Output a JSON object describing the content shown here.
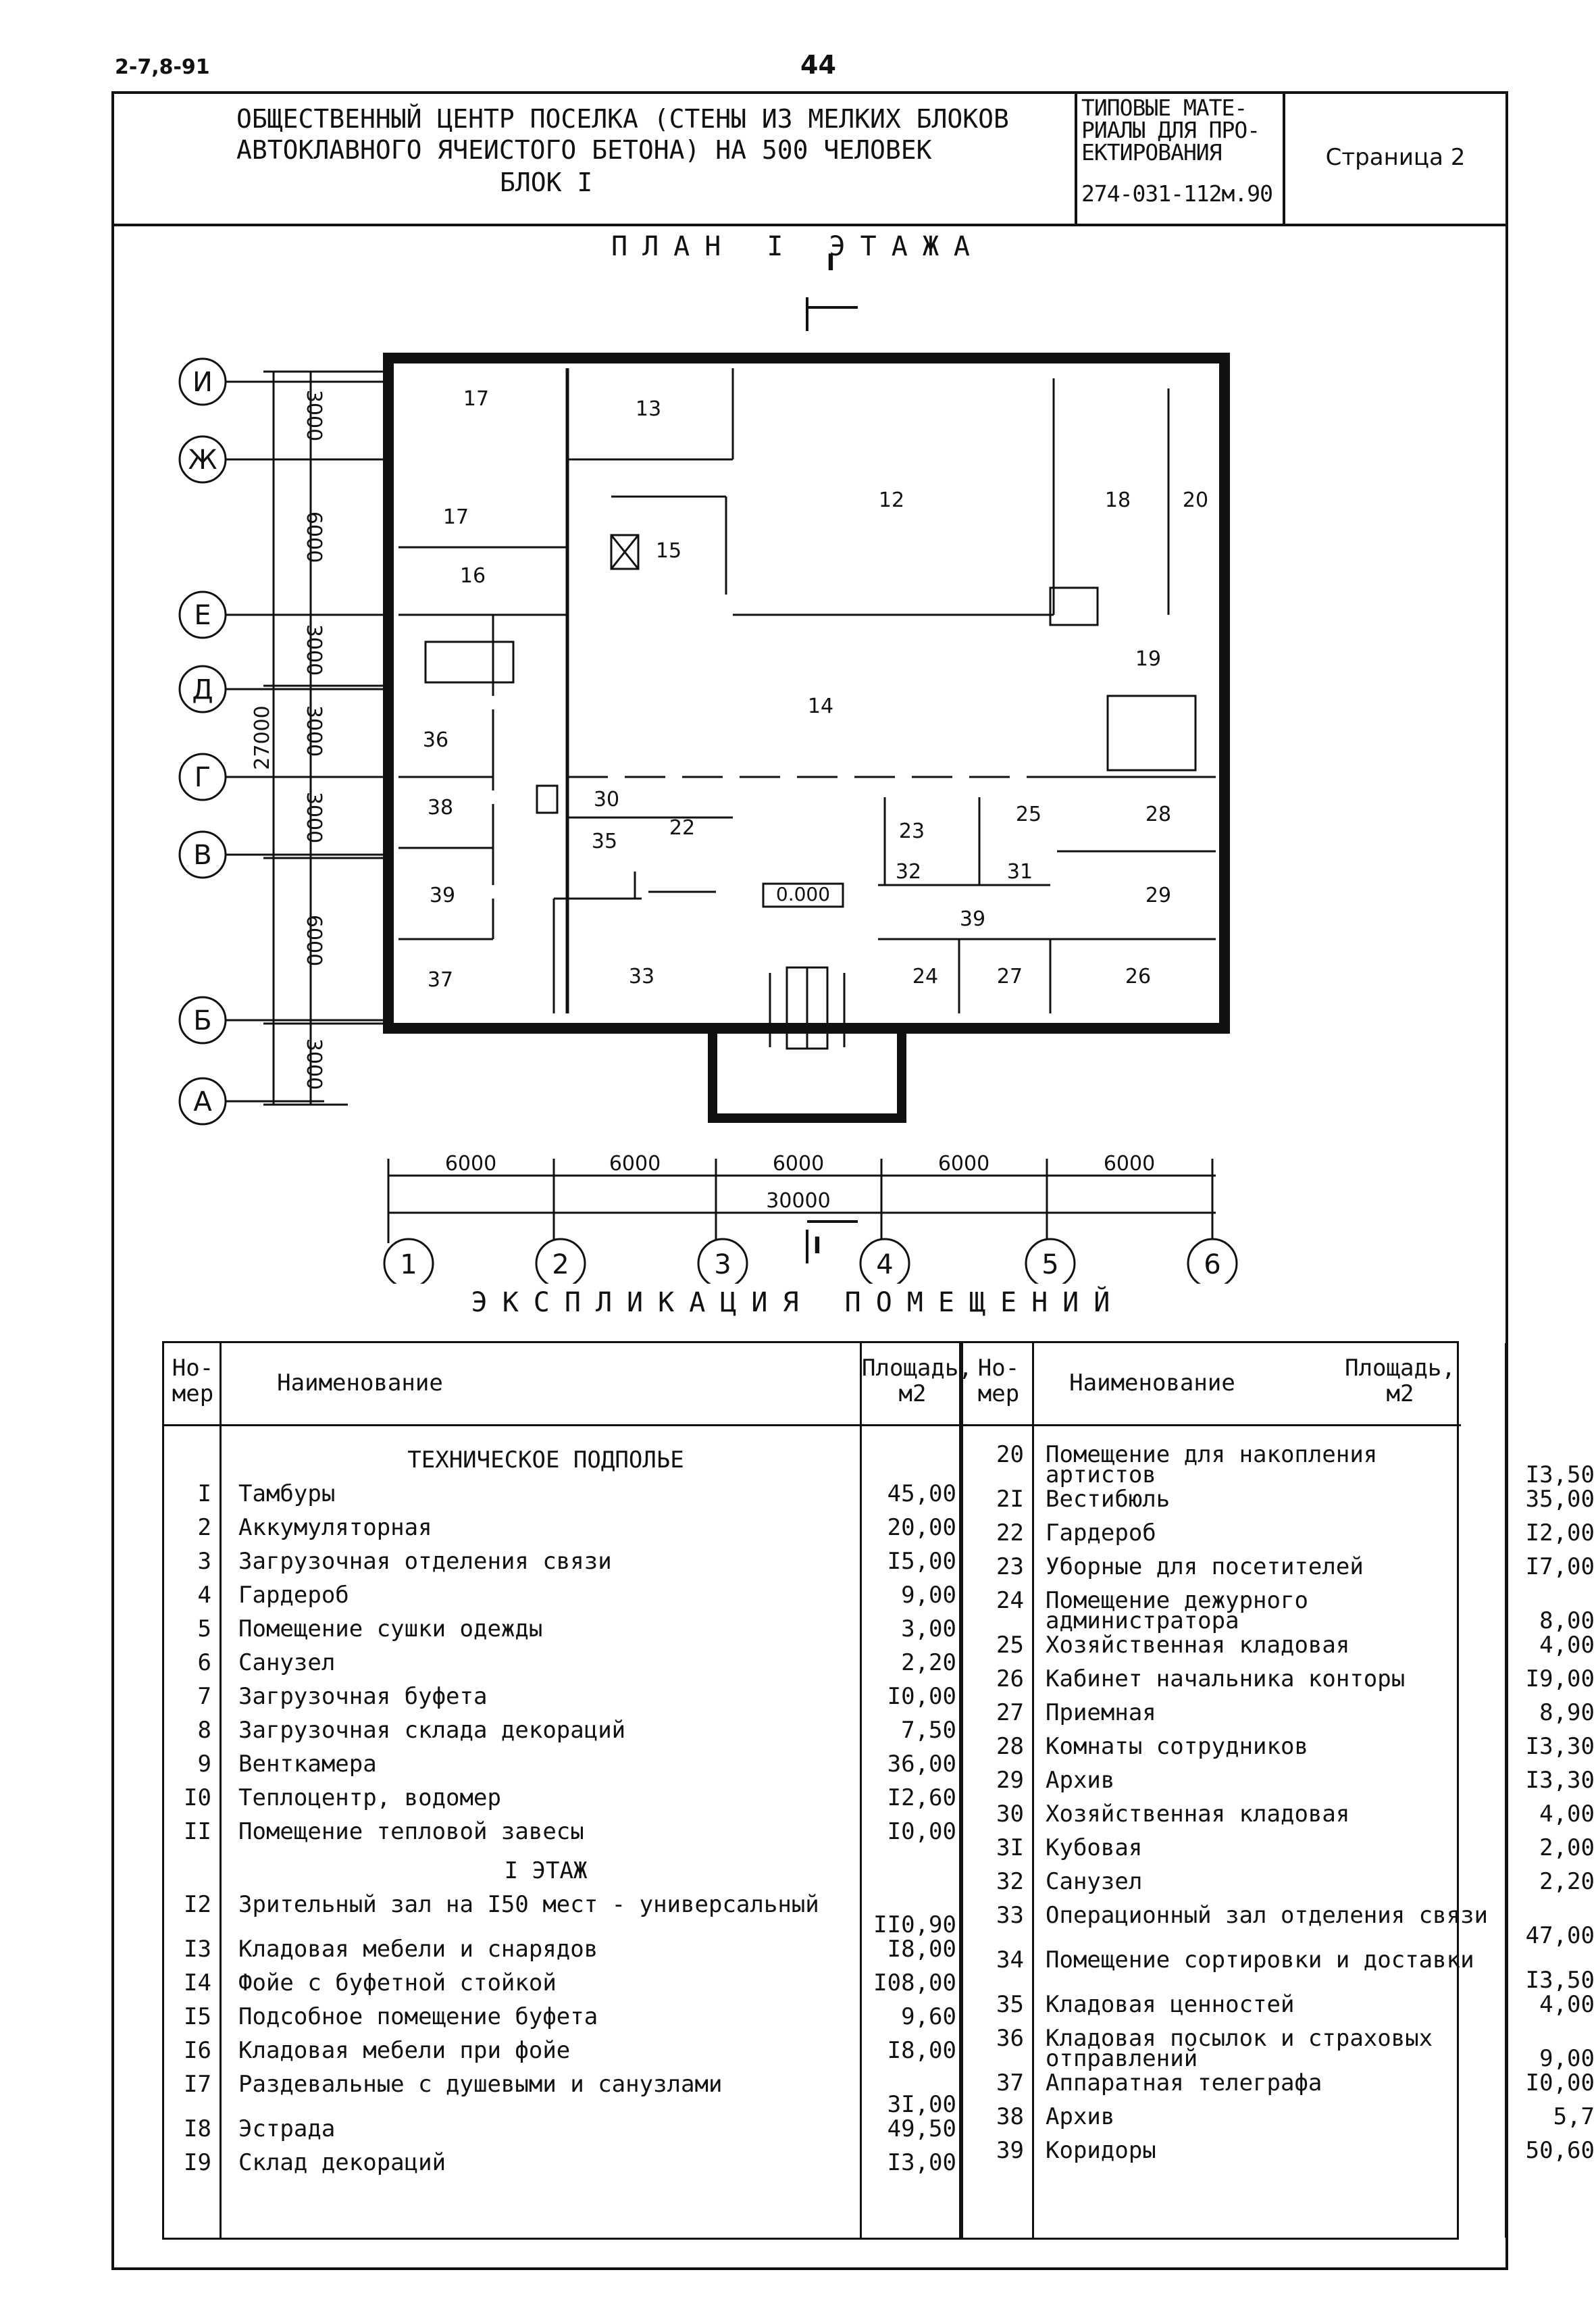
{
  "header": {
    "doc_code": "2-7,8-91",
    "page_number": "44",
    "title_lines": [
      "ОБЩЕСТВЕННЫЙ ЦЕНТР ПОСЕЛКА (СТЕНЫ ИЗ МЕЛКИХ БЛОКОВ",
      "АВТОКЛАВНОГО ЯЧЕИСТОГО БЕТОНА) НА 500 ЧЕЛОВЕК",
      "БЛОК I"
    ],
    "series_lines": [
      "ТИПОВЫЕ МАТЕ-",
      "РИАЛЫ ДЛЯ ПРО-",
      "ЕКТИРОВАНИЯ",
      "274-031-112м.90"
    ],
    "sheet_label": "Страница 2"
  },
  "plan": {
    "title": "ПЛАН I ЭТАЖА",
    "section_mark": "I",
    "level_mark": "0.000",
    "axes_rows": [
      "И",
      "Ж",
      "Е",
      "Д",
      "Г",
      "В",
      "Б",
      "А"
    ],
    "axes_cols": [
      "1",
      "2",
      "3",
      "4",
      "5",
      "6"
    ],
    "row_dims": [
      "3000",
      "6000",
      "3000",
      "3000",
      "3000",
      "6000",
      "3000"
    ],
    "row_total": "27000",
    "col_dims": [
      "6000",
      "6000",
      "6000",
      "6000",
      "6000"
    ],
    "col_total": "30000",
    "room_labels": [
      "17",
      "13",
      "12",
      "18",
      "20",
      "17",
      "15",
      "16",
      "19",
      "14",
      "36",
      "30",
      "22",
      "23",
      "25",
      "28",
      "38",
      "35",
      "32",
      "31",
      "39",
      "29",
      "39",
      "37",
      "33",
      "24",
      "27",
      "26"
    ]
  },
  "explication": {
    "title": "ЭКСПЛИКАЦИЯ ПОМЕЩЕНИЙ",
    "headers": {
      "num": "Но-мер",
      "name": "Наименование",
      "area": "Площадь, м2"
    },
    "left": [
      {
        "section": "ТЕХНИЧЕСКОЕ ПОДПОЛЬЕ"
      },
      {
        "n": "I",
        "name": "Тамбуры",
        "a": "45,00"
      },
      {
        "n": "2",
        "name": "Аккумуляторная",
        "a": "20,00"
      },
      {
        "n": "3",
        "name": "Загрузочная отделения связи",
        "a": "I5,00"
      },
      {
        "n": "4",
        "name": "Гардероб",
        "a": "9,00"
      },
      {
        "n": "5",
        "name": "Помещение сушки одежды",
        "a": "3,00"
      },
      {
        "n": "6",
        "name": "Санузел",
        "a": "2,20"
      },
      {
        "n": "7",
        "name": "Загрузочная буфета",
        "a": "I0,00"
      },
      {
        "n": "8",
        "name": "Загрузочная склада декораций",
        "a": "7,50"
      },
      {
        "n": "9",
        "name": "Венткамера",
        "a": "36,00"
      },
      {
        "n": "I0",
        "name": "Теплоцентр, водомер",
        "a": "I2,60"
      },
      {
        "n": "II",
        "name": "Помещение тепловой завесы",
        "a": "I0,00"
      },
      {
        "section": "I ЭТАЖ"
      },
      {
        "n": "I2",
        "name": "Зрительный зал на I50 мест - универсальный",
        "a": "II0,90"
      },
      {
        "n": "I3",
        "name": "Кладовая мебели и снарядов",
        "a": "I8,00"
      },
      {
        "n": "I4",
        "name": "Фойе с буфетной стойкой",
        "a": "I08,00"
      },
      {
        "n": "I5",
        "name": "Подсобное помещение буфета",
        "a": "9,60"
      },
      {
        "n": "I6",
        "name": "Кладовая мебели при фойе",
        "a": "I8,00"
      },
      {
        "n": "I7",
        "name": "Раздевальные с душевыми и санузлами",
        "a": "3I,00"
      },
      {
        "n": "I8",
        "name": "Эстрада",
        "a": "49,50"
      },
      {
        "n": "I9",
        "name": "Склад декораций",
        "a": "I3,00"
      }
    ],
    "right": [
      {
        "n": "20",
        "name": "Помещение для накопления артистов",
        "a": "I3,50"
      },
      {
        "n": "2I",
        "name": "Вестибюль",
        "a": "35,00"
      },
      {
        "n": "22",
        "name": "Гардероб",
        "a": "I2,00"
      },
      {
        "n": "23",
        "name": "Уборные для посетителей",
        "a": "I7,00"
      },
      {
        "n": "24",
        "name": "Помещение дежурного администратора",
        "a": "8,00"
      },
      {
        "n": "25",
        "name": "Хозяйственная кладовая",
        "a": "4,00"
      },
      {
        "n": "26",
        "name": "Кабинет начальника конторы",
        "a": "I9,00"
      },
      {
        "n": "27",
        "name": "Приемная",
        "a": "8,90"
      },
      {
        "n": "28",
        "name": "Комнаты сотрудников",
        "a": "I3,30"
      },
      {
        "n": "29",
        "name": "Архив",
        "a": "I3,30"
      },
      {
        "n": "30",
        "name": "Хозяйственная кладовая",
        "a": "4,00"
      },
      {
        "n": "3I",
        "name": "Кубовая",
        "a": "2,00"
      },
      {
        "n": "32",
        "name": "Санузел",
        "a": "2,20"
      },
      {
        "n": "33",
        "name": "Операционный зал отделения связи",
        "a": "47,00"
      },
      {
        "n": "34",
        "name": "Помещение сортировки и доставки",
        "a": "I3,50"
      },
      {
        "n": "35",
        "name": "Кладовая ценностей",
        "a": "4,00"
      },
      {
        "n": "36",
        "name": "Кладовая посылок и страховых отправлений",
        "a": "9,00"
      },
      {
        "n": "37",
        "name": "Аппаратная телеграфа",
        "a": "I0,00"
      },
      {
        "n": "38",
        "name": "Архив",
        "a": "5,7"
      },
      {
        "n": "39",
        "name": "Коридоры",
        "a": "50,60"
      }
    ]
  }
}
